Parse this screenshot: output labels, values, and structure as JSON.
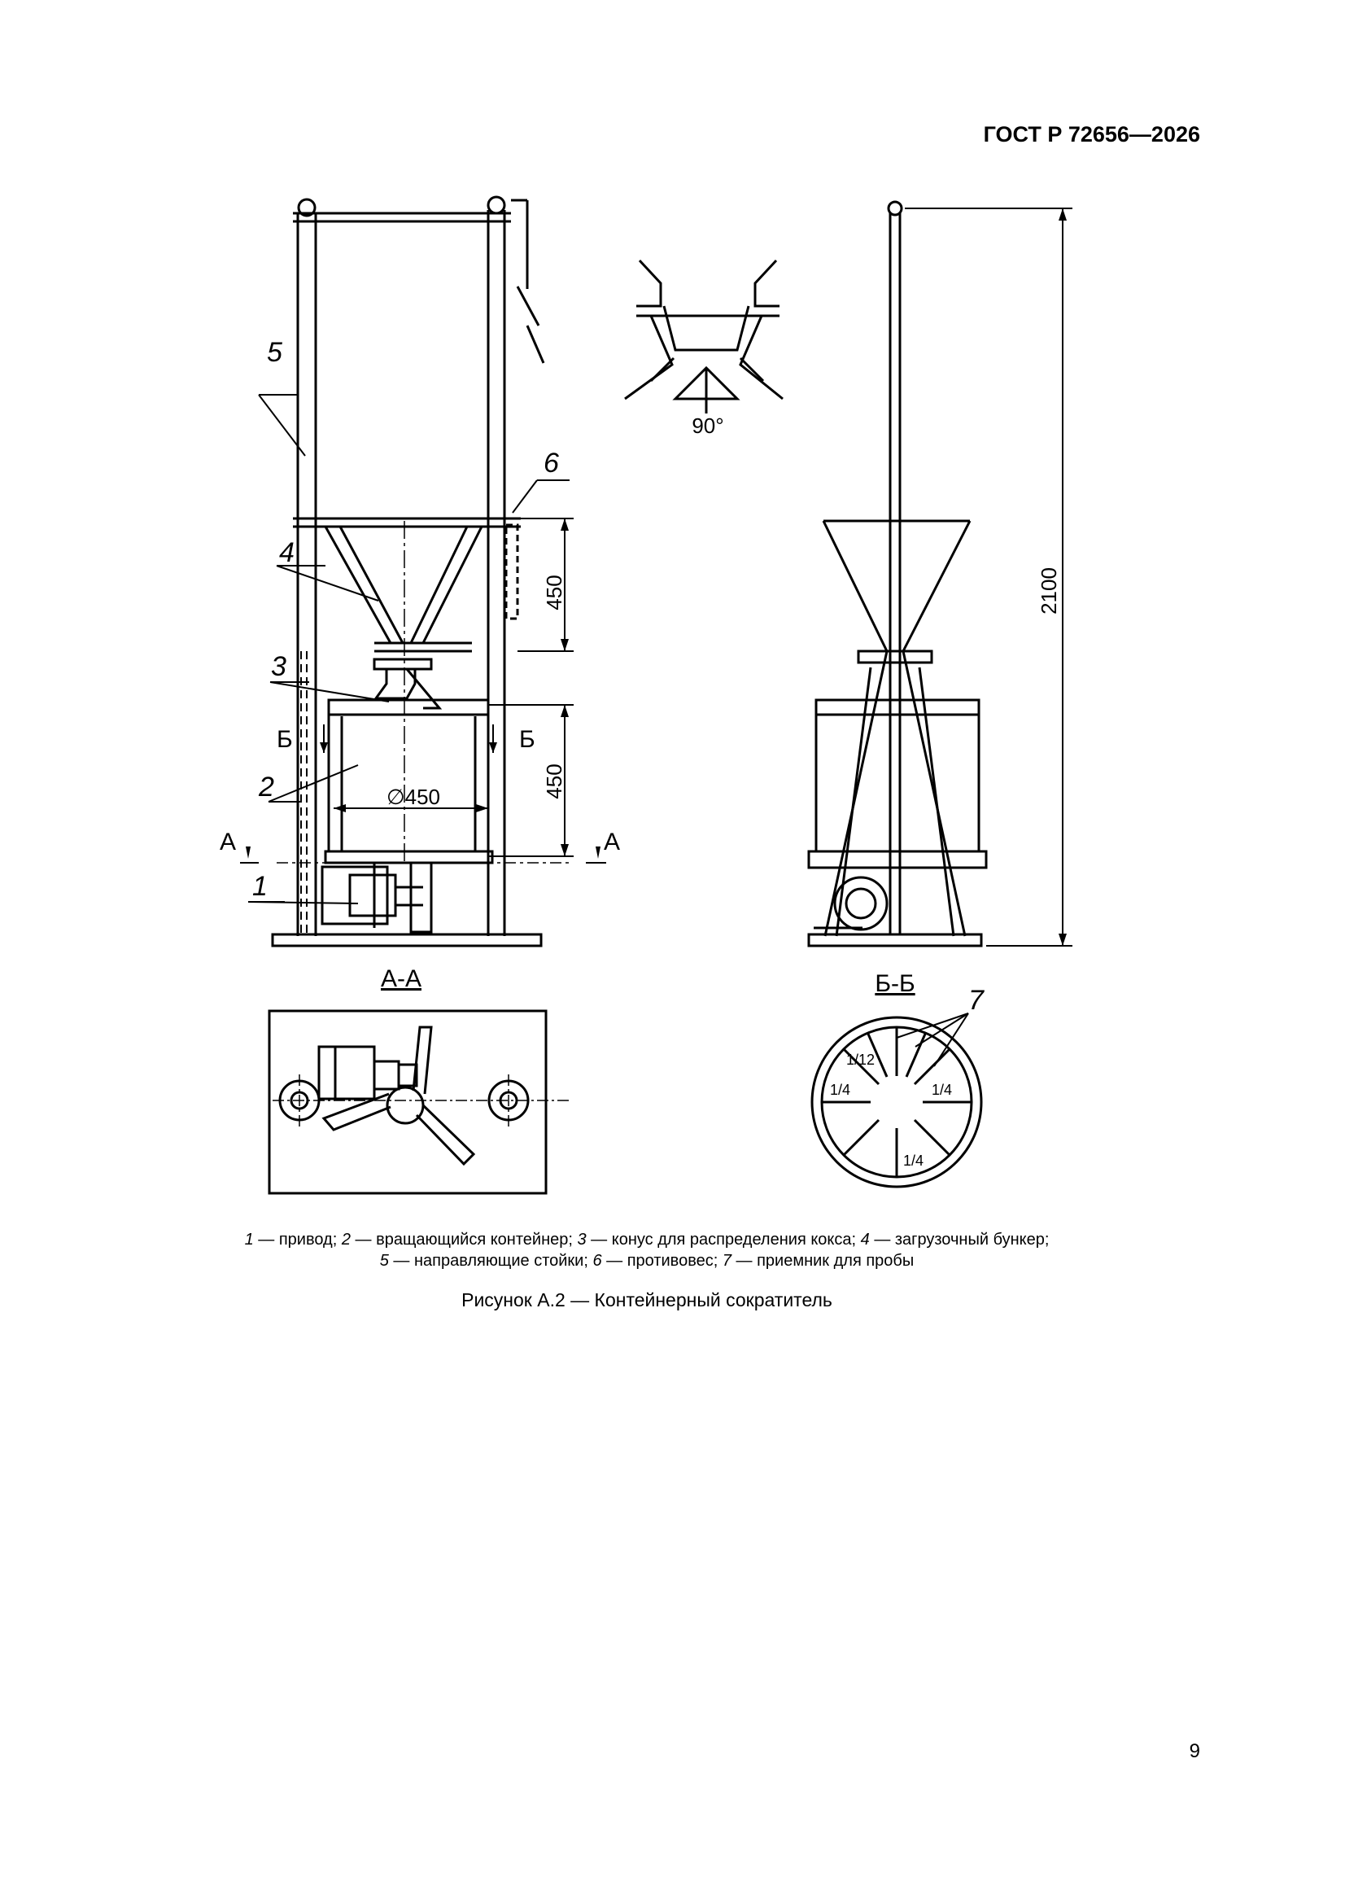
{
  "header": {
    "doc_id": "ГОСТ Р 72656—2026"
  },
  "figure": {
    "callouts": {
      "c1": "1",
      "c2": "2",
      "c3": "3",
      "c4": "4",
      "c5": "5",
      "c6": "6",
      "c7": "7"
    },
    "dimensions": {
      "hopper_height": "450",
      "container_height": "450",
      "diameter": "∅450",
      "total_height": "2100",
      "angle": "90°"
    },
    "section_marks": {
      "a": "А",
      "b": "Б"
    },
    "section_titles": {
      "aa": "А-А",
      "bb": "Б-Б"
    },
    "fractions": {
      "twelfth": "1/12",
      "quarter_left": "1/4",
      "quarter_right": "1/4",
      "quarter_bottom": "1/4"
    }
  },
  "legend": {
    "n1": "1",
    "t1": " — привод; ",
    "n2": "2",
    "t2": " — вращающийся контейнер; ",
    "n3": "3",
    "t3": " — конус для распределения кокса; ",
    "n4": "4",
    "t4": " — загрузочный бункер;",
    "n5": "5",
    "t5": " — направляющие стойки; ",
    "n6": "6",
    "t6": " — противовес; ",
    "n7": "7",
    "t7": " — приемник для пробы"
  },
  "caption": "Рисунок А.2 — Контейнерный сократитель",
  "page_number": "9"
}
